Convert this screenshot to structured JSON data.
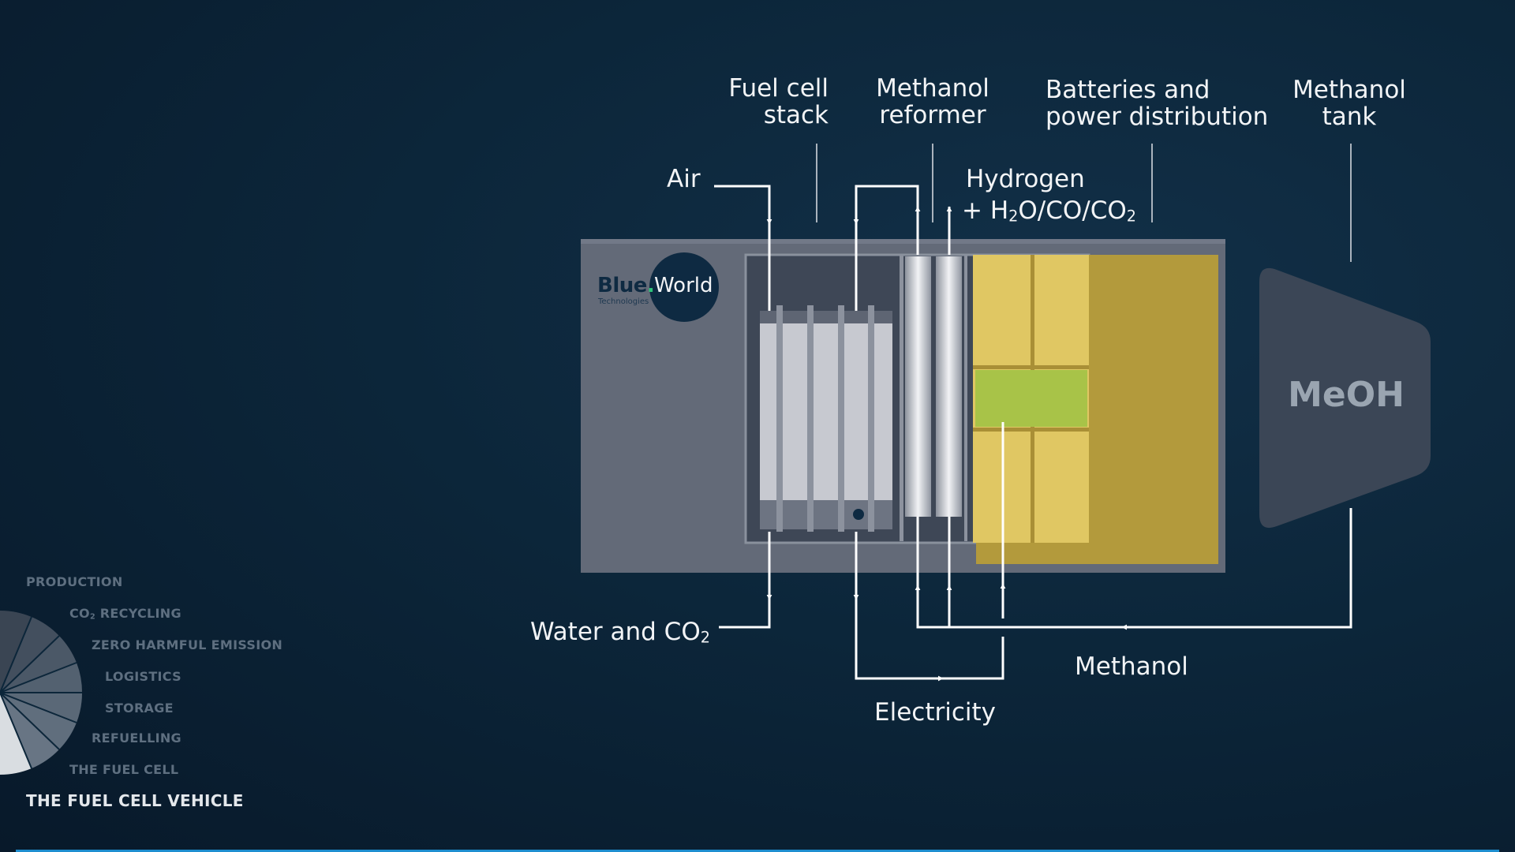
{
  "diagram": {
    "labels": {
      "fuel_cell_stack": [
        "Fuel cell",
        "stack"
      ],
      "methanol_reformer": [
        "Methanol",
        "reformer"
      ],
      "batteries": [
        "Batteries and",
        "power distribution"
      ],
      "methanol_tank": [
        "Methanol",
        "tank"
      ],
      "air": "Air",
      "hydrogen": "Hydrogen",
      "hydrogen_sub_prefix": "+ H",
      "hydrogen_sub_2a": "2",
      "hydrogen_sub_mid": "O/CO/CO",
      "hydrogen_sub_2b": "2",
      "water_prefix": "Water and CO",
      "water_sub": "2",
      "methanol_flow": "Methanol",
      "electricity": "Electricity",
      "meoh": "MeOH"
    },
    "logo": {
      "brand_main": "Blue",
      "brand_dot": ".",
      "brand_world": "World",
      "brand_sub": "Technologies"
    },
    "colors": {
      "background": "#0c263a",
      "casing": "#636a78",
      "battery_yellow": "#e0c763",
      "battery_green": "#a8c348",
      "tank": "#3b4656",
      "arrow": "#ffffff",
      "progress_accent": "#1e8ecf"
    }
  },
  "nav": {
    "items": [
      {
        "label": "PRODUCTION"
      },
      {
        "label_prefix": "CO",
        "label_sub": "2",
        "label_suffix": " RECYCLING"
      },
      {
        "label": "ZERO HARMFUL EMISSION"
      },
      {
        "label": "LOGISTICS"
      },
      {
        "label": "STORAGE"
      },
      {
        "label": "REFUELLING"
      },
      {
        "label": "THE FUEL CELL"
      },
      {
        "label": "THE FUEL CELL VEHICLE",
        "active": true
      }
    ]
  }
}
